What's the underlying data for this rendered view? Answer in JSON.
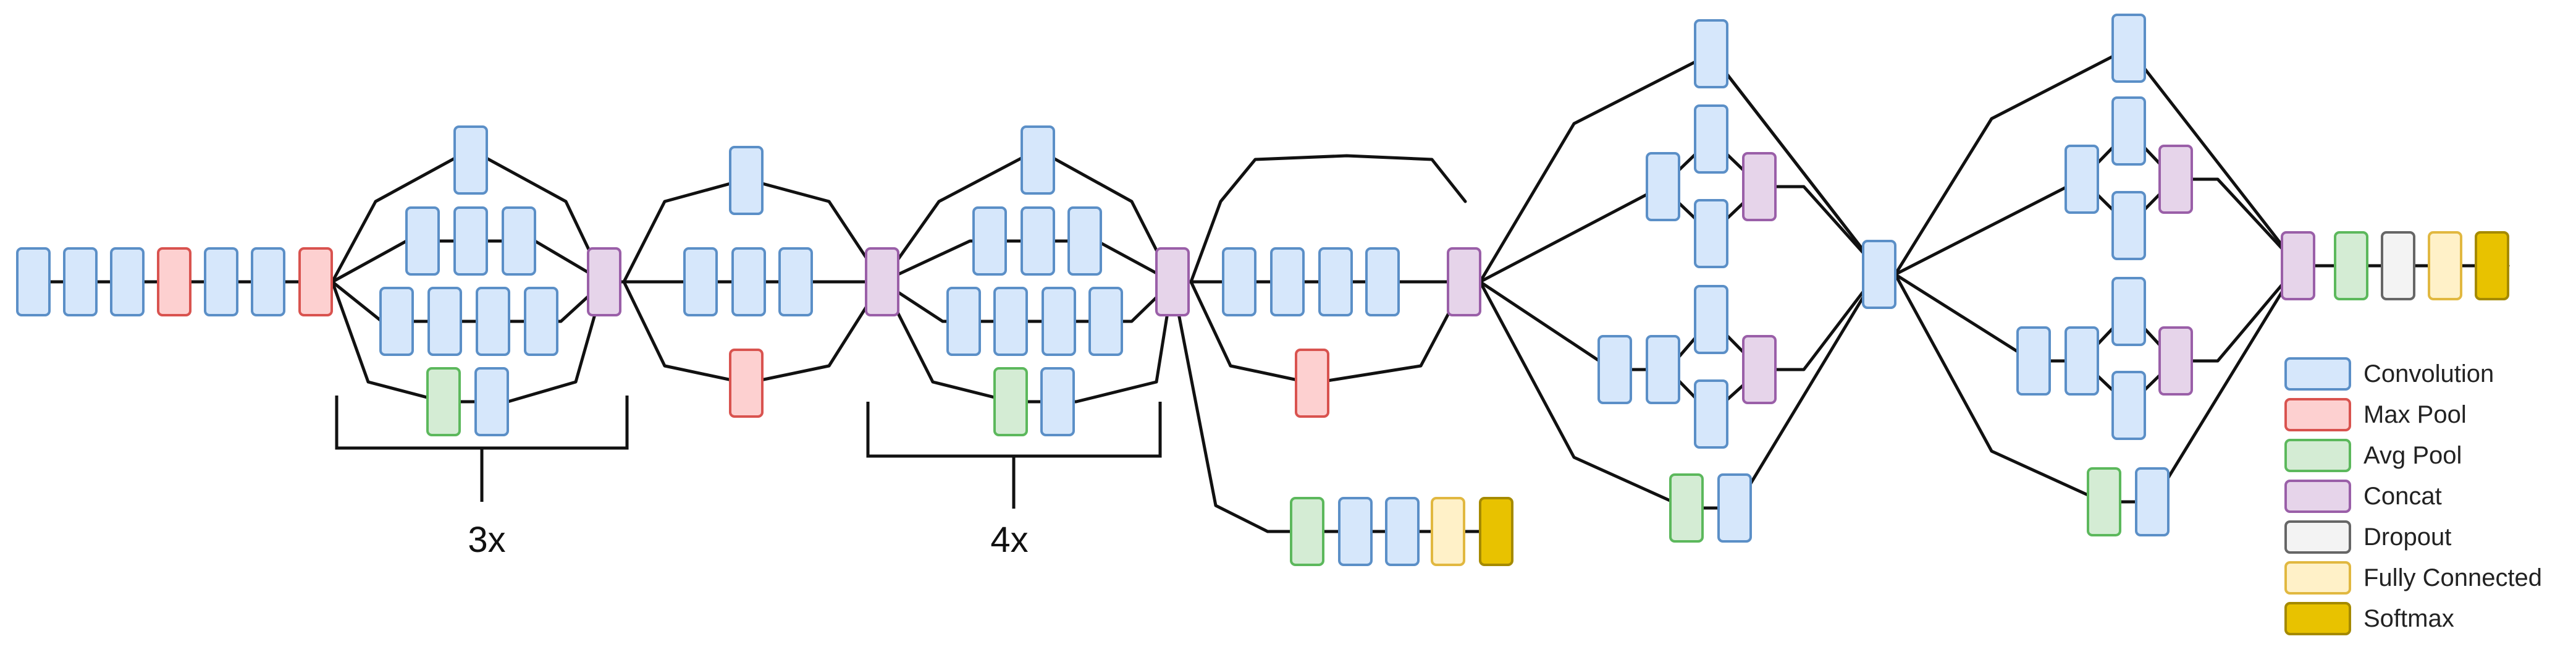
{
  "palette": {
    "conv": {
      "fill": "#d6e7fb",
      "stroke": "#5b8fc7"
    },
    "maxpool": {
      "fill": "#fdd0d0",
      "stroke": "#d9534f"
    },
    "avgpool": {
      "fill": "#d4ecd4",
      "stroke": "#5cb85c"
    },
    "concat": {
      "fill": "#e6d4ea",
      "stroke": "#9a5fa8"
    },
    "dropout": {
      "fill": "#f3f3f3",
      "stroke": "#666666"
    },
    "fc": {
      "fill": "#fff1c8",
      "stroke": "#e1b840"
    },
    "softmax": {
      "fill": "#e8c200",
      "stroke": "#a58a00"
    }
  },
  "legend": [
    {
      "type": "conv",
      "label": "Convolution"
    },
    {
      "type": "maxpool",
      "label": "Max Pool"
    },
    {
      "type": "avgpool",
      "label": "Avg Pool"
    },
    {
      "type": "concat",
      "label": "Concat"
    },
    {
      "type": "dropout",
      "label": "Dropout"
    },
    {
      "type": "fc",
      "label": "Fully Connected"
    },
    {
      "type": "softmax",
      "label": "Softmax"
    }
  ],
  "annotations": {
    "block_a_repeat": "3x",
    "block_c_repeat": "4x"
  }
}
